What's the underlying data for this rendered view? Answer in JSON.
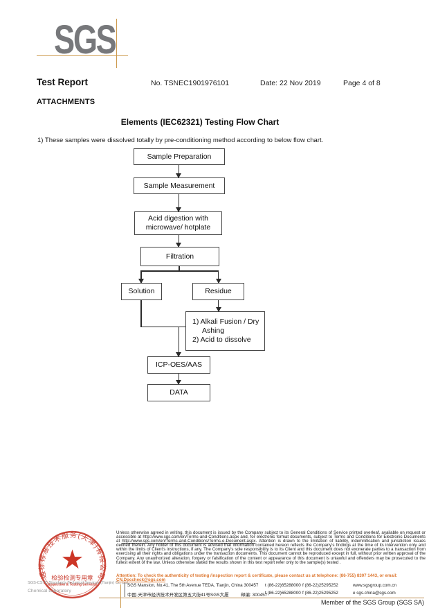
{
  "header": {
    "logo_text": "SGS",
    "doc_type": "Test Report",
    "report_no": "No. TSNEC1901976101",
    "date": "Date: 22 Nov 2019",
    "page_no": "Page 4 of 8",
    "attachments_label": "ATTACHMENTS"
  },
  "flowchart": {
    "title": "Elements (IEC62321) Testing Flow Chart",
    "intro": "1) These samples were dissolved totally by pre-conditioning method according to below flow chart.",
    "nodes": {
      "sample_preparation": "Sample Preparation",
      "sample_measurement": "Sample Measurement",
      "acid_digestion_line1": "Acid digestion with",
      "acid_digestion_line2": "microwave/ hotplate",
      "filtration": "Filtration",
      "solution": "Solution",
      "residue": "Residue",
      "alkali_line1": "1) Alkali Fusion / Dry",
      "alkali_line2": "Ashing",
      "alkali_line3": "2) Acid to dissolve",
      "icp": "ICP-OES/AAS",
      "data": "DATA"
    }
  },
  "footer": {
    "stamp": {
      "ring_text": "通标标准技术服务(天津)有限公司",
      "star_glyph": "★",
      "center_label": "检验检测专用章",
      "center_sublabel": "Inspection & Testing Services",
      "company_name_gray": "SGS-CSTC Standards Technical Services (Tianjin) Co.,Ltd.",
      "lab_name_gray": "Chemical Laboratory"
    },
    "legal": {
      "part1": "Unless otherwise agreed in writing, this document is issued by the Company subject to its General Conditions of Service printed overleaf, available on request or accessible at http://www.sgs.com/en/Terms-and-Conditions.aspx and, for electronic format documents, subject to Terms and Conditions for Electronic Documents at ",
      "terms_url": "http://www.sgs.com/en/Terms-and-Conditions/Terms-e-Document.aspx",
      "part2": ". Attention is drawn to the limitation of liability, indemnification and jurisdiction issues defined therein. Any holder of this document is advised that information contained hereon reflects the Company's findings at the time of its intervention only and within the limits of Client's instructions, if any. The Company's sole responsibility is to its Client and this document does not exonerate parties to a transaction from exercising all their rights and obligations under the transaction documents. This document cannot be reproduced except in full, without prior written approval of the Company. Any unauthorized alteration, forgery or falsification of the content or appearance of this document is unlawful and offenders may be prosecuted to the fullest extent of the law. Unless otherwise stated the results shown in this test report refer only to the sample(s) tested ."
    },
    "attention": {
      "lead": "Attention: To check the authenticity of testing /inspection report & certificate, please contact us at telephone: (86-755) 8307 1443, or email: ",
      "email": "CN.Doccheck@sgs.com"
    },
    "address": {
      "line1_en": "SGS Mansion, No.41, The 5th Avenue TEDA, Tianjin, China 300457",
      "line2_cn": "中国·天津市经济技术开发区第五大街41号SGS大厦",
      "line2_zip": "邮编: 300457",
      "tel": "t (86-22)65288000",
      "fax": "f (86-22)25295252",
      "website": "www.sgsgroup.com.cn",
      "email": "e sgs.china@sgs.com"
    },
    "member_line": "Member of the SGS Group (SGS SA)"
  },
  "colors": {
    "accent_orange": "#cd9a4e",
    "stamp_red": "#c8392b",
    "attention_orange": "#dd7832",
    "logo_gray": "#77787b",
    "line_black": "#2a2a2a"
  }
}
